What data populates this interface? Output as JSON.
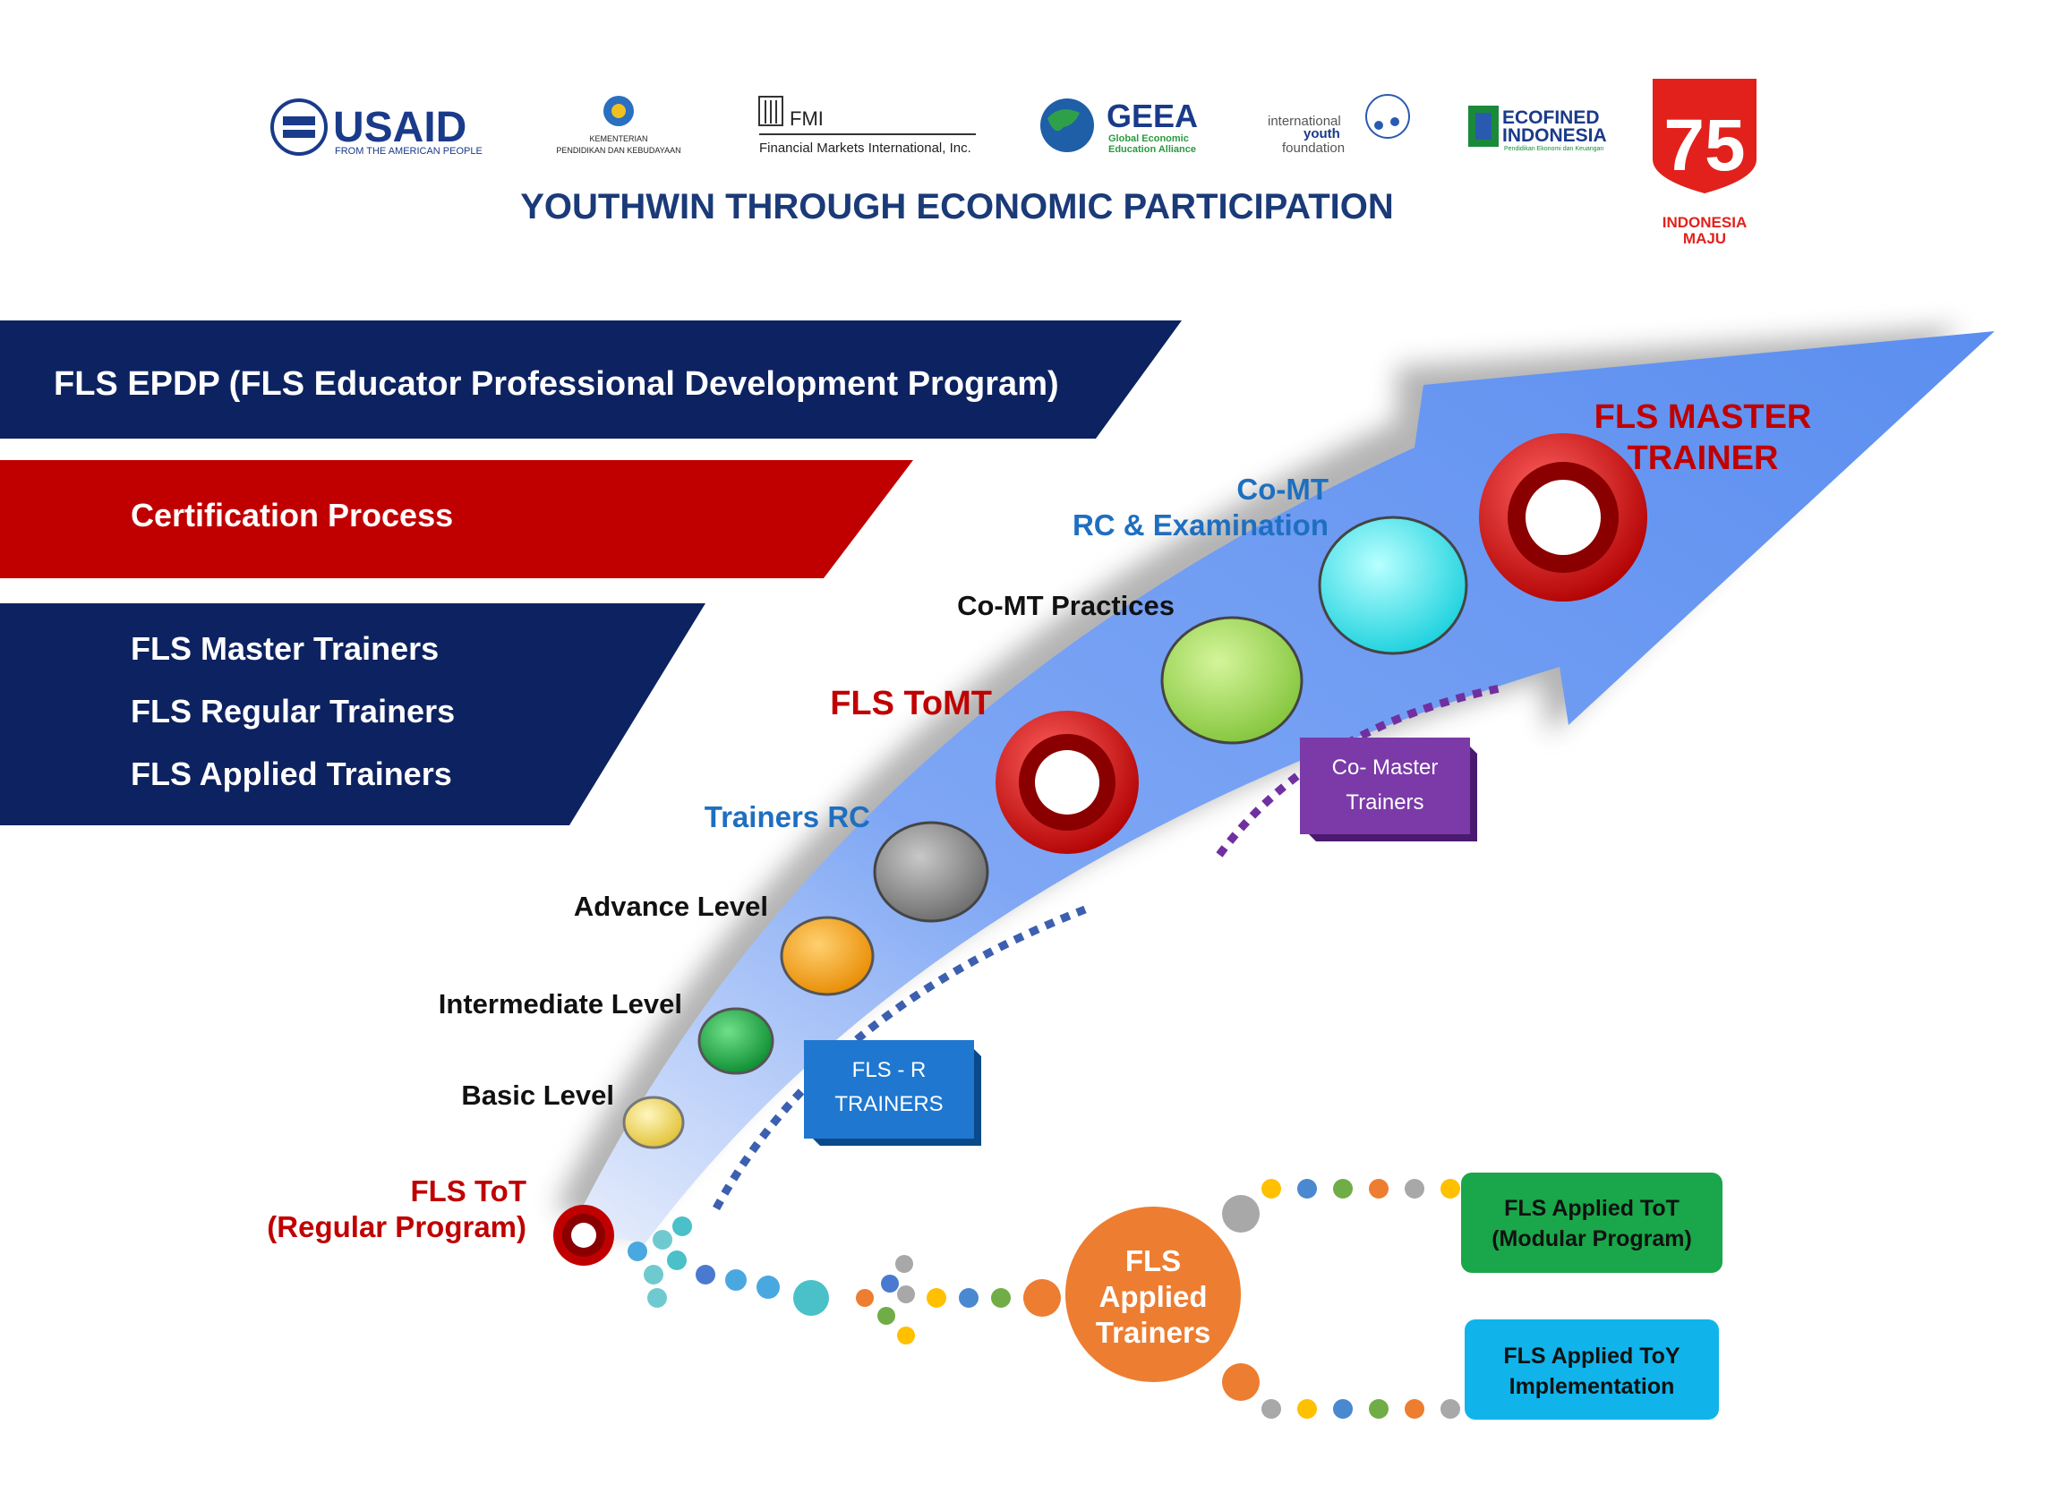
{
  "header": {
    "title": "YOUTHWIN THROUGH ECONOMIC PARTICIPATION",
    "logos": {
      "usaid": {
        "name": "USAID",
        "tagline": "FROM THE AMERICAN PEOPLE"
      },
      "kemdikbud": {
        "line1": "KEMENTERIAN",
        "line2": "PENDIDIKAN DAN KEBUDAYAAN"
      },
      "fmi": {
        "name": "FMI",
        "full": "Financial Markets International, Inc."
      },
      "geea": {
        "name": "GEEA",
        "line1": "Global Economic",
        "line2": "Education Alliance"
      },
      "iyf": {
        "line1": "international",
        "line2": "youth",
        "line3": "foundation"
      },
      "ecofined": {
        "line1": "ECOFINED",
        "line2": "INDONESIA",
        "tagline": "Pendidikan Ekonomi dan Keuangan"
      },
      "indonesia75": {
        "number": "75",
        "line1": "INDONESIA",
        "line2": "MAJU"
      }
    }
  },
  "banners": {
    "epdp": "FLS EPDP (FLS Educator Professional Development Program)",
    "certification": "Certification Process",
    "trainers": [
      "FLS Master Trainers",
      "FLS Regular Trainers",
      "FLS Applied Trainers"
    ]
  },
  "steps": {
    "tot_line1": "FLS ToT",
    "tot_line2": "(Regular Program)",
    "basic": "Basic Level",
    "intermediate": "Intermediate Level",
    "advance": "Advance Level",
    "trainers_rc": "Trainers RC",
    "tomt": "FLS ToMT",
    "comt_practices": "Co-MT Practices",
    "comt_line1": "Co-MT",
    "comt_line2": "RC & Examination",
    "master_line1": "FLS MASTER",
    "master_line2": "TRAINER"
  },
  "boxes": {
    "fls_r_line1": "FLS - R",
    "fls_r_line2": "TRAINERS",
    "co_master_line1": "Co- Master",
    "co_master_line2": "Trainers"
  },
  "applied": {
    "hub_line1": "FLS",
    "hub_line2": "Applied",
    "hub_line3": "Trainers",
    "tot_line1": "FLS Applied ToT",
    "tot_line2": "(Modular Program)",
    "toy_line1": "FLS Applied ToY",
    "toy_line2": "Implementation"
  },
  "colors": {
    "navy": "#0d2260",
    "red": "#c00000",
    "arrow_blue": "#5b8ef0",
    "label_blue": "#1f6fc0",
    "purple": "#7030a0",
    "orange": "#ed7d31",
    "green": "#1aa64a",
    "cyan": "#10b4ea"
  }
}
